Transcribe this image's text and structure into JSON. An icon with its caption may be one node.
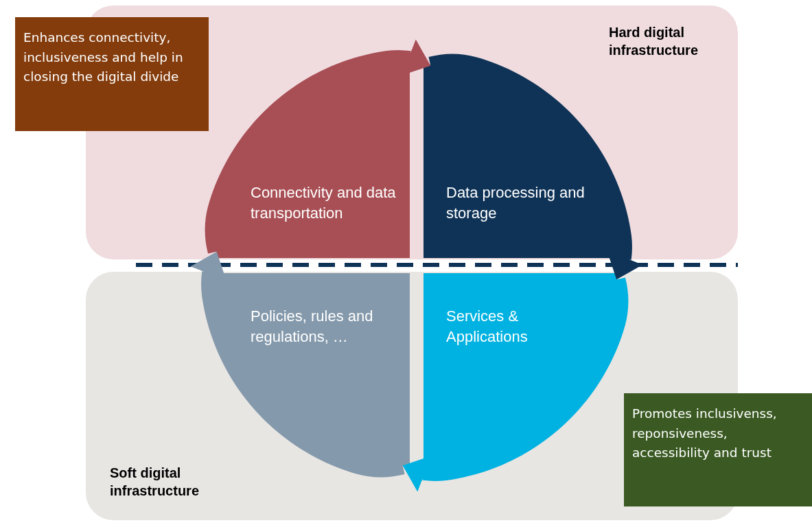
{
  "diagram": {
    "nodes": [
      {
        "text": [
          "Hard digital infrastructure"
        ]
      },
      {
        "text": [
          "Enhances connectivity, inclusiveness and help in closing the digital divide"
        ]
      },
      {
        "text": [
          "Connectivity and data transportation"
        ],
        "in": 0
      },
      {
        "text": [
          "Data processing and storage"
        ],
        "in": 0
      },
      {
        "text": [
          "Policies, rules and regulations, …"
        ],
        "in": 6
      },
      {
        "text": [
          "Services & Applications"
        ],
        "in": 6
      },
      {
        "text": [
          "Soft digital infrastructure"
        ]
      },
      {
        "text": [
          "Promotes inclusivenss, reponsiveness, accessibility and trust"
        ]
      }
    ],
    "edges": [
      {
        "from": 2,
        "to": 3,
        "arrow": "to",
        "color": "#a84f55"
      },
      {
        "from": 3,
        "to": 5,
        "arrow": "to",
        "color": "#0f3357"
      },
      {
        "from": 5,
        "to": 4,
        "arrow": "to",
        "color": "#00b2e1"
      },
      {
        "from": 4,
        "to": 2,
        "arrow": "to",
        "color": "#8499ab"
      }
    ]
  }
}
